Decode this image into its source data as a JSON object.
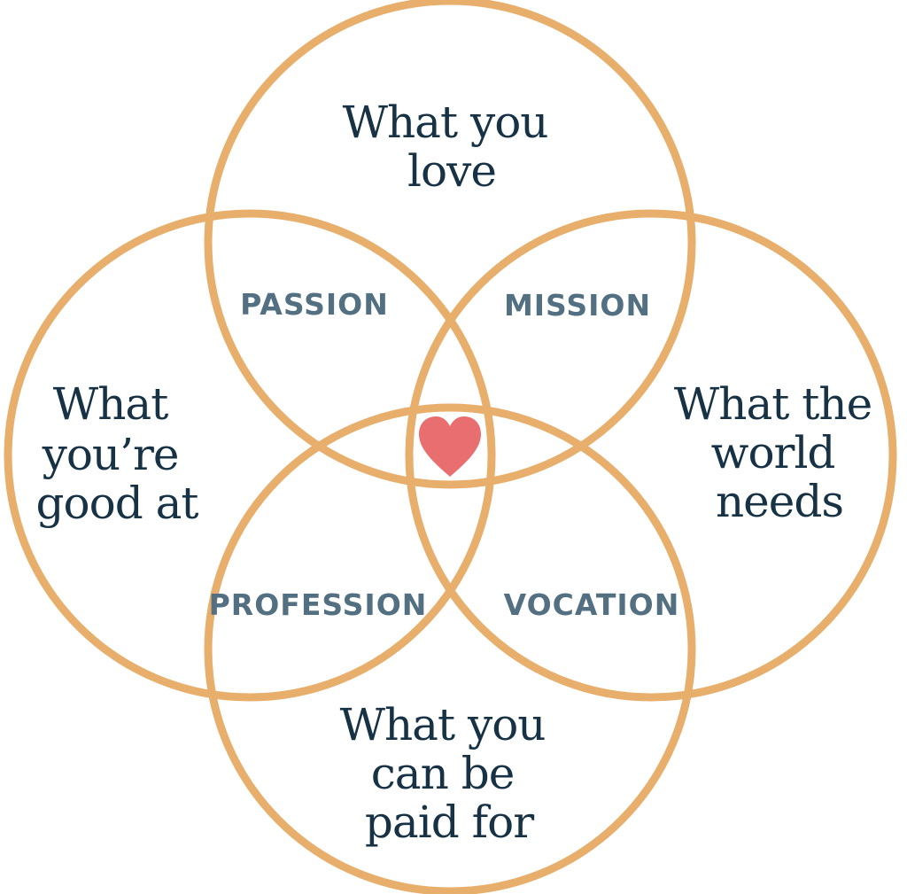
{
  "colors": {
    "ring": "#E8AE6C",
    "circle_text": "#173245",
    "region_text": "#537082",
    "heart": "#E96E6F",
    "background": "#FFFFFF"
  },
  "circles": {
    "top": {
      "lines": [
        "What you",
        "love"
      ]
    },
    "left": {
      "lines": [
        "What",
        "you’re",
        "good at"
      ]
    },
    "right": {
      "lines": [
        "What the",
        "world",
        "needs"
      ]
    },
    "bottom": {
      "lines": [
        "What you",
        "can be",
        "paid for"
      ]
    }
  },
  "regions": {
    "passion": "PASSION",
    "mission": "MISSION",
    "profession": "PROFESSION",
    "vocation": "VOCATION"
  },
  "center": {
    "icon": "heart-icon"
  }
}
